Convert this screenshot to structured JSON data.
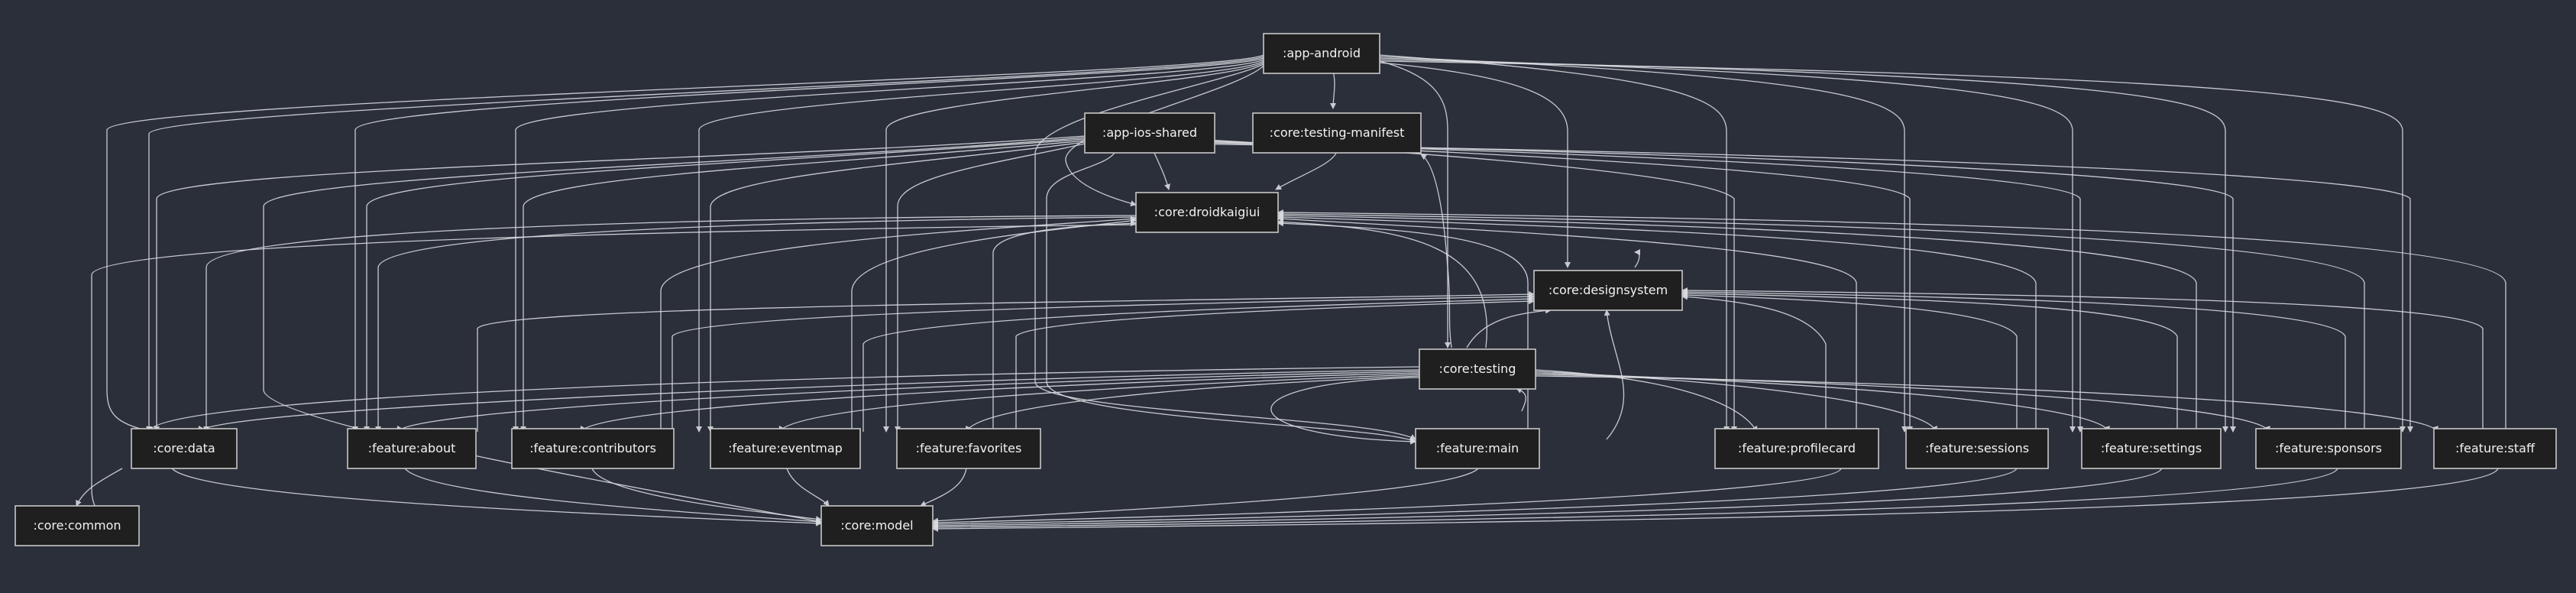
{
  "diagram": {
    "type": "module-dependency-graph",
    "colors": {
      "background": "#2b2f3a",
      "node_fill": "#1f1f1f",
      "node_border": "#c8c8c8",
      "edge": "#d9dbe0",
      "text": "#f2f2f2"
    },
    "nodes": [
      {
        "id": "app_android",
        "label": ":app-android"
      },
      {
        "id": "app_ios_shared",
        "label": ":app-ios-shared"
      },
      {
        "id": "core_testing_manifest",
        "label": ":core:testing-manifest"
      },
      {
        "id": "core_droidkaigiui",
        "label": ":core:droidkaigiui"
      },
      {
        "id": "core_designsystem",
        "label": ":core:designsystem"
      },
      {
        "id": "core_testing",
        "label": ":core:testing"
      },
      {
        "id": "core_data",
        "label": ":core:data"
      },
      {
        "id": "feature_about",
        "label": ":feature:about"
      },
      {
        "id": "feature_contributors",
        "label": ":feature:contributors"
      },
      {
        "id": "feature_eventmap",
        "label": ":feature:eventmap"
      },
      {
        "id": "feature_favorites",
        "label": ":feature:favorites"
      },
      {
        "id": "feature_main",
        "label": ":feature:main"
      },
      {
        "id": "feature_profilecard",
        "label": ":feature:profilecard"
      },
      {
        "id": "feature_sessions",
        "label": ":feature:sessions"
      },
      {
        "id": "feature_settings",
        "label": ":feature:settings"
      },
      {
        "id": "feature_sponsors",
        "label": ":feature:sponsors"
      },
      {
        "id": "feature_staff",
        "label": ":feature:staff"
      },
      {
        "id": "core_common",
        "label": ":core:common"
      },
      {
        "id": "core_model",
        "label": ":core:model"
      }
    ]
  }
}
